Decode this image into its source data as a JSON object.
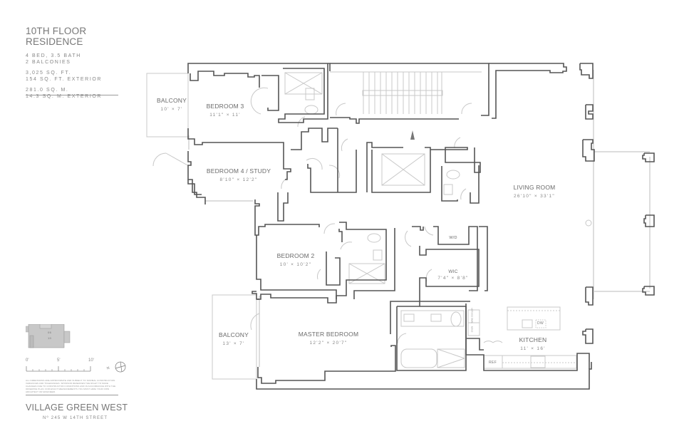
{
  "header": {
    "title": "10TH FLOOR RESIDENCE",
    "specs": [
      [
        "4 BED, 3.5 BATH",
        "2 BALCONIES"
      ],
      [
        "3,025 SQ. FT.",
        "154 SQ. FT. EXTERIOR"
      ],
      [
        "281.0 SQ. M.",
        "14.3 SQ. M. EXTERIOR"
      ]
    ]
  },
  "keyplan": {
    "labels": [
      "06",
      "10"
    ]
  },
  "scale": {
    "ticks": [
      "0'",
      "5'",
      "10'"
    ],
    "north_label": "N"
  },
  "disclaimer": "ALL DIMENSIONS ARE APPROXIMATE AND SUBJECT TO NORMAL CONSTRUCTION VARIANCES AND TOLERANCES. SPONSOR RESERVES THE RIGHT TO MAKE CHANGES DUE TO CONSTRUCTION CONDITIONS AND IN ACCORDANCE WITH THE OFFERING PLAN. FOR EXACT MEASUREMENTS YOU MUST HIRE YOUR OWN ARCHITECT OR ENGINEER.",
  "footer": {
    "brand": "VILLAGE GREEN WEST",
    "address": "Nº 245 W 14TH STREET"
  },
  "rooms": {
    "balcony_upper": {
      "name": "BALCONY",
      "dim": "10' × 7'"
    },
    "bedroom3": {
      "name": "BEDROOM 3",
      "dim": "11'1\" × 11'"
    },
    "bedroom4": {
      "name": "BEDROOM 4 / STUDY",
      "dim": "8'10\" × 12'2\""
    },
    "living": {
      "name": "LIVING ROOM",
      "dim": "26'10\" × 33'1\""
    },
    "bedroom2": {
      "name": "BEDROOM 2",
      "dim": "10' × 10'2\""
    },
    "wic": {
      "name": "WIC",
      "dim": "7'4\" × 8'8\""
    },
    "wd": {
      "name": "W/D"
    },
    "balcony_lower": {
      "name": "BALCONY",
      "dim": "13' × 7'"
    },
    "master": {
      "name": "MASTER BEDROOM",
      "dim": "12'2\" × 20'7\""
    },
    "kitchen": {
      "name": "KITCHEN",
      "dim": "11' × 16'"
    }
  },
  "fixtures": {
    "dw": "DW",
    "ref": "REF",
    "wine_cooler": "WINE COOLER",
    "oven": "OVEN"
  },
  "colors": {
    "wall": "#555555",
    "thin": "#c8c8c8",
    "text": "#6e6e6e"
  }
}
